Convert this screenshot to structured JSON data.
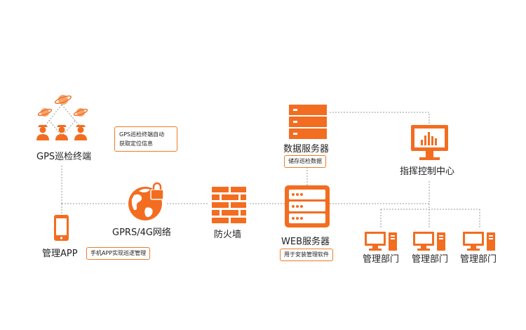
{
  "colors": {
    "accent": "#f36d21",
    "accent_light": "#f7a56c",
    "line": "#9a9a9a",
    "text": "#222222"
  },
  "nodes": {
    "gps_terminal": {
      "label": "GPS巡检终端",
      "note": [
        "GPS巡检终端自动",
        "获取定位信息"
      ],
      "icon": "patrol-guards-icon"
    },
    "mobile_app": {
      "label": "管理APP",
      "note": "手机APP实现巡逻管理",
      "icon": "mobile-phone-icon"
    },
    "network": {
      "label": "GPRS/4G网络",
      "icon": "globe-lock-icon"
    },
    "firewall": {
      "label": "防火墙",
      "icon": "brick-wall-icon"
    },
    "data_server": {
      "label": "数据服务器",
      "note": "储存巡检数据",
      "icon": "server-icon"
    },
    "web_server": {
      "label": "WEB服务器",
      "note": "用于安装管理软件",
      "icon": "server-rack-icon"
    },
    "command_center": {
      "label": "指挥控制中心",
      "icon": "monitor-chart-icon"
    },
    "departments": [
      {
        "label": "管理部门",
        "icon": "desktop-computer-icon"
      },
      {
        "label": "管理部门",
        "icon": "desktop-computer-icon"
      },
      {
        "label": "管理部门",
        "icon": "desktop-computer-icon"
      }
    ]
  }
}
